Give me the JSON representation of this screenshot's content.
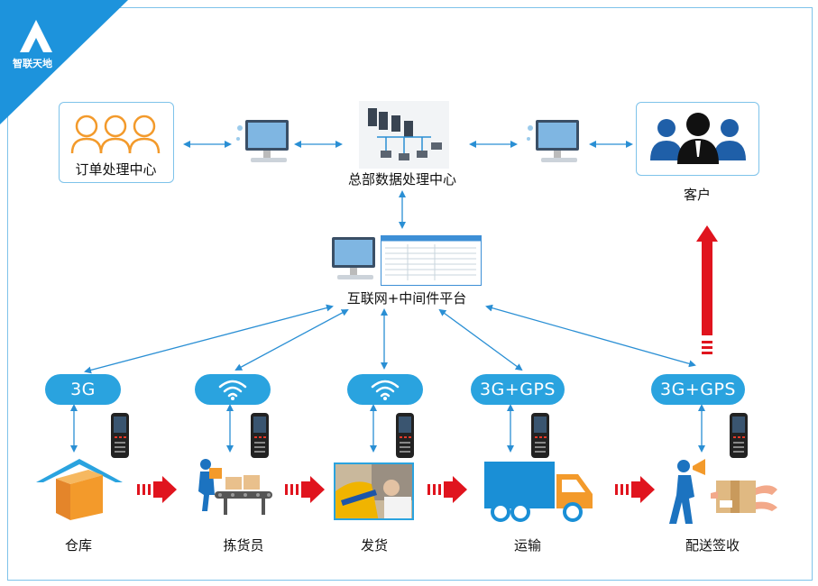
{
  "brand": {
    "name": "智联天地"
  },
  "nodes": {
    "order_center": "订单处理中心",
    "hq_center": "总部数据处理中心",
    "customer": "客户",
    "platform": "互联网+中间件平台",
    "warehouse": "仓库",
    "picker": "拣货员",
    "shipping": "发货",
    "transport": "运输",
    "delivery": "配送签收"
  },
  "networks": {
    "warehouse": "3G",
    "picker": "wifi-icon",
    "shipping": "wifi-icon",
    "transport": "3G+GPS",
    "delivery": "3G+GPS"
  },
  "colors": {
    "accent": "#2aa3df",
    "arrow_red": "#e0141e",
    "orange": "#f39a2b",
    "truck": "#1a8fd6"
  }
}
